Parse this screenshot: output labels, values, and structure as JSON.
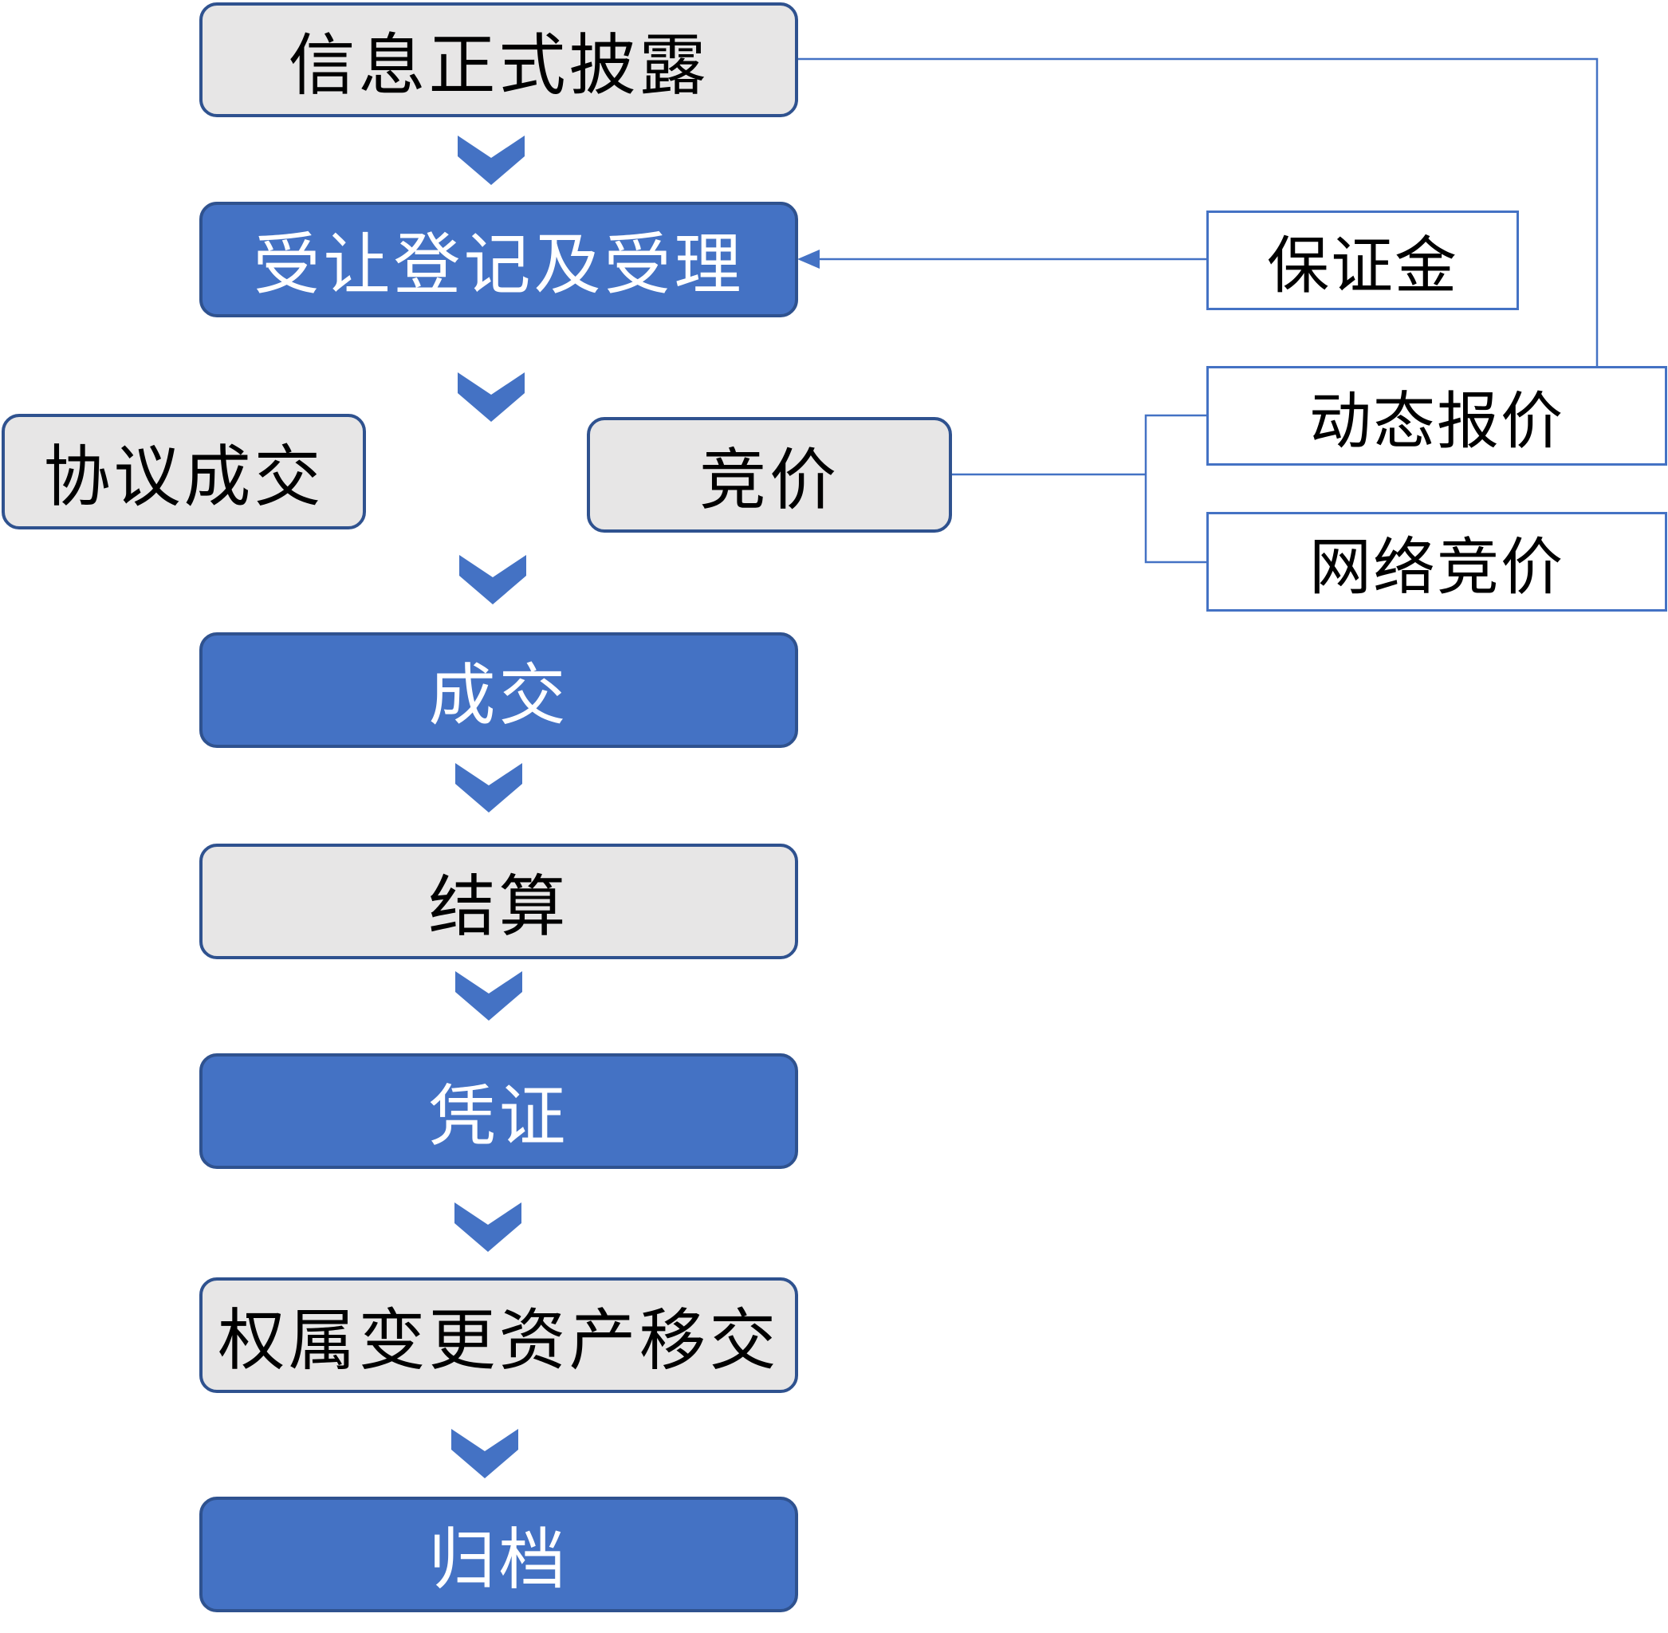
{
  "colors": {
    "step_blue_fill": "#4472C4",
    "step_light_fill": "#E7E6E6",
    "step_border": "#2F528F",
    "connector": "#4472C4",
    "chevron": "#4472C4"
  },
  "flow": {
    "disclosure": "信息正式披露",
    "registration": "受让登记及受理",
    "agreement": "协议成交",
    "bidding": "竞价",
    "deal": "成交",
    "settlement": "结算",
    "voucher": "凭证",
    "transfer": "权属变更资产移交",
    "archive": "归档"
  },
  "side_boxes": {
    "deposit": "保证金",
    "dynamic_quote": "动态报价",
    "online_bidding": "网络竞价"
  },
  "icons": {
    "flow_arrow": "chevron-down-icon"
  }
}
